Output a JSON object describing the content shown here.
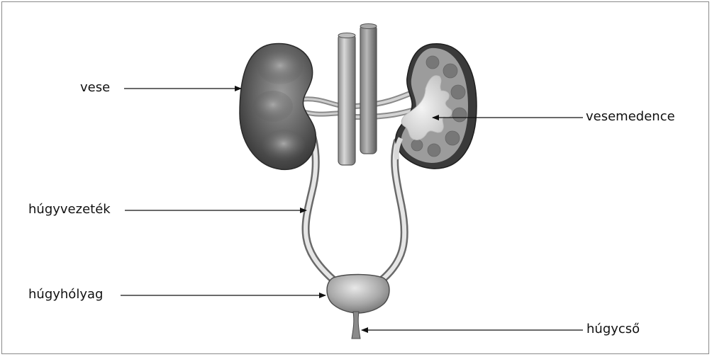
{
  "diagram": {
    "labels": {
      "kidney": "vese",
      "renal_pelvis": "vesemedence",
      "ureter": "húgyvezeték",
      "bladder": "húgyhólyag",
      "urethra": "húgycső"
    }
  }
}
